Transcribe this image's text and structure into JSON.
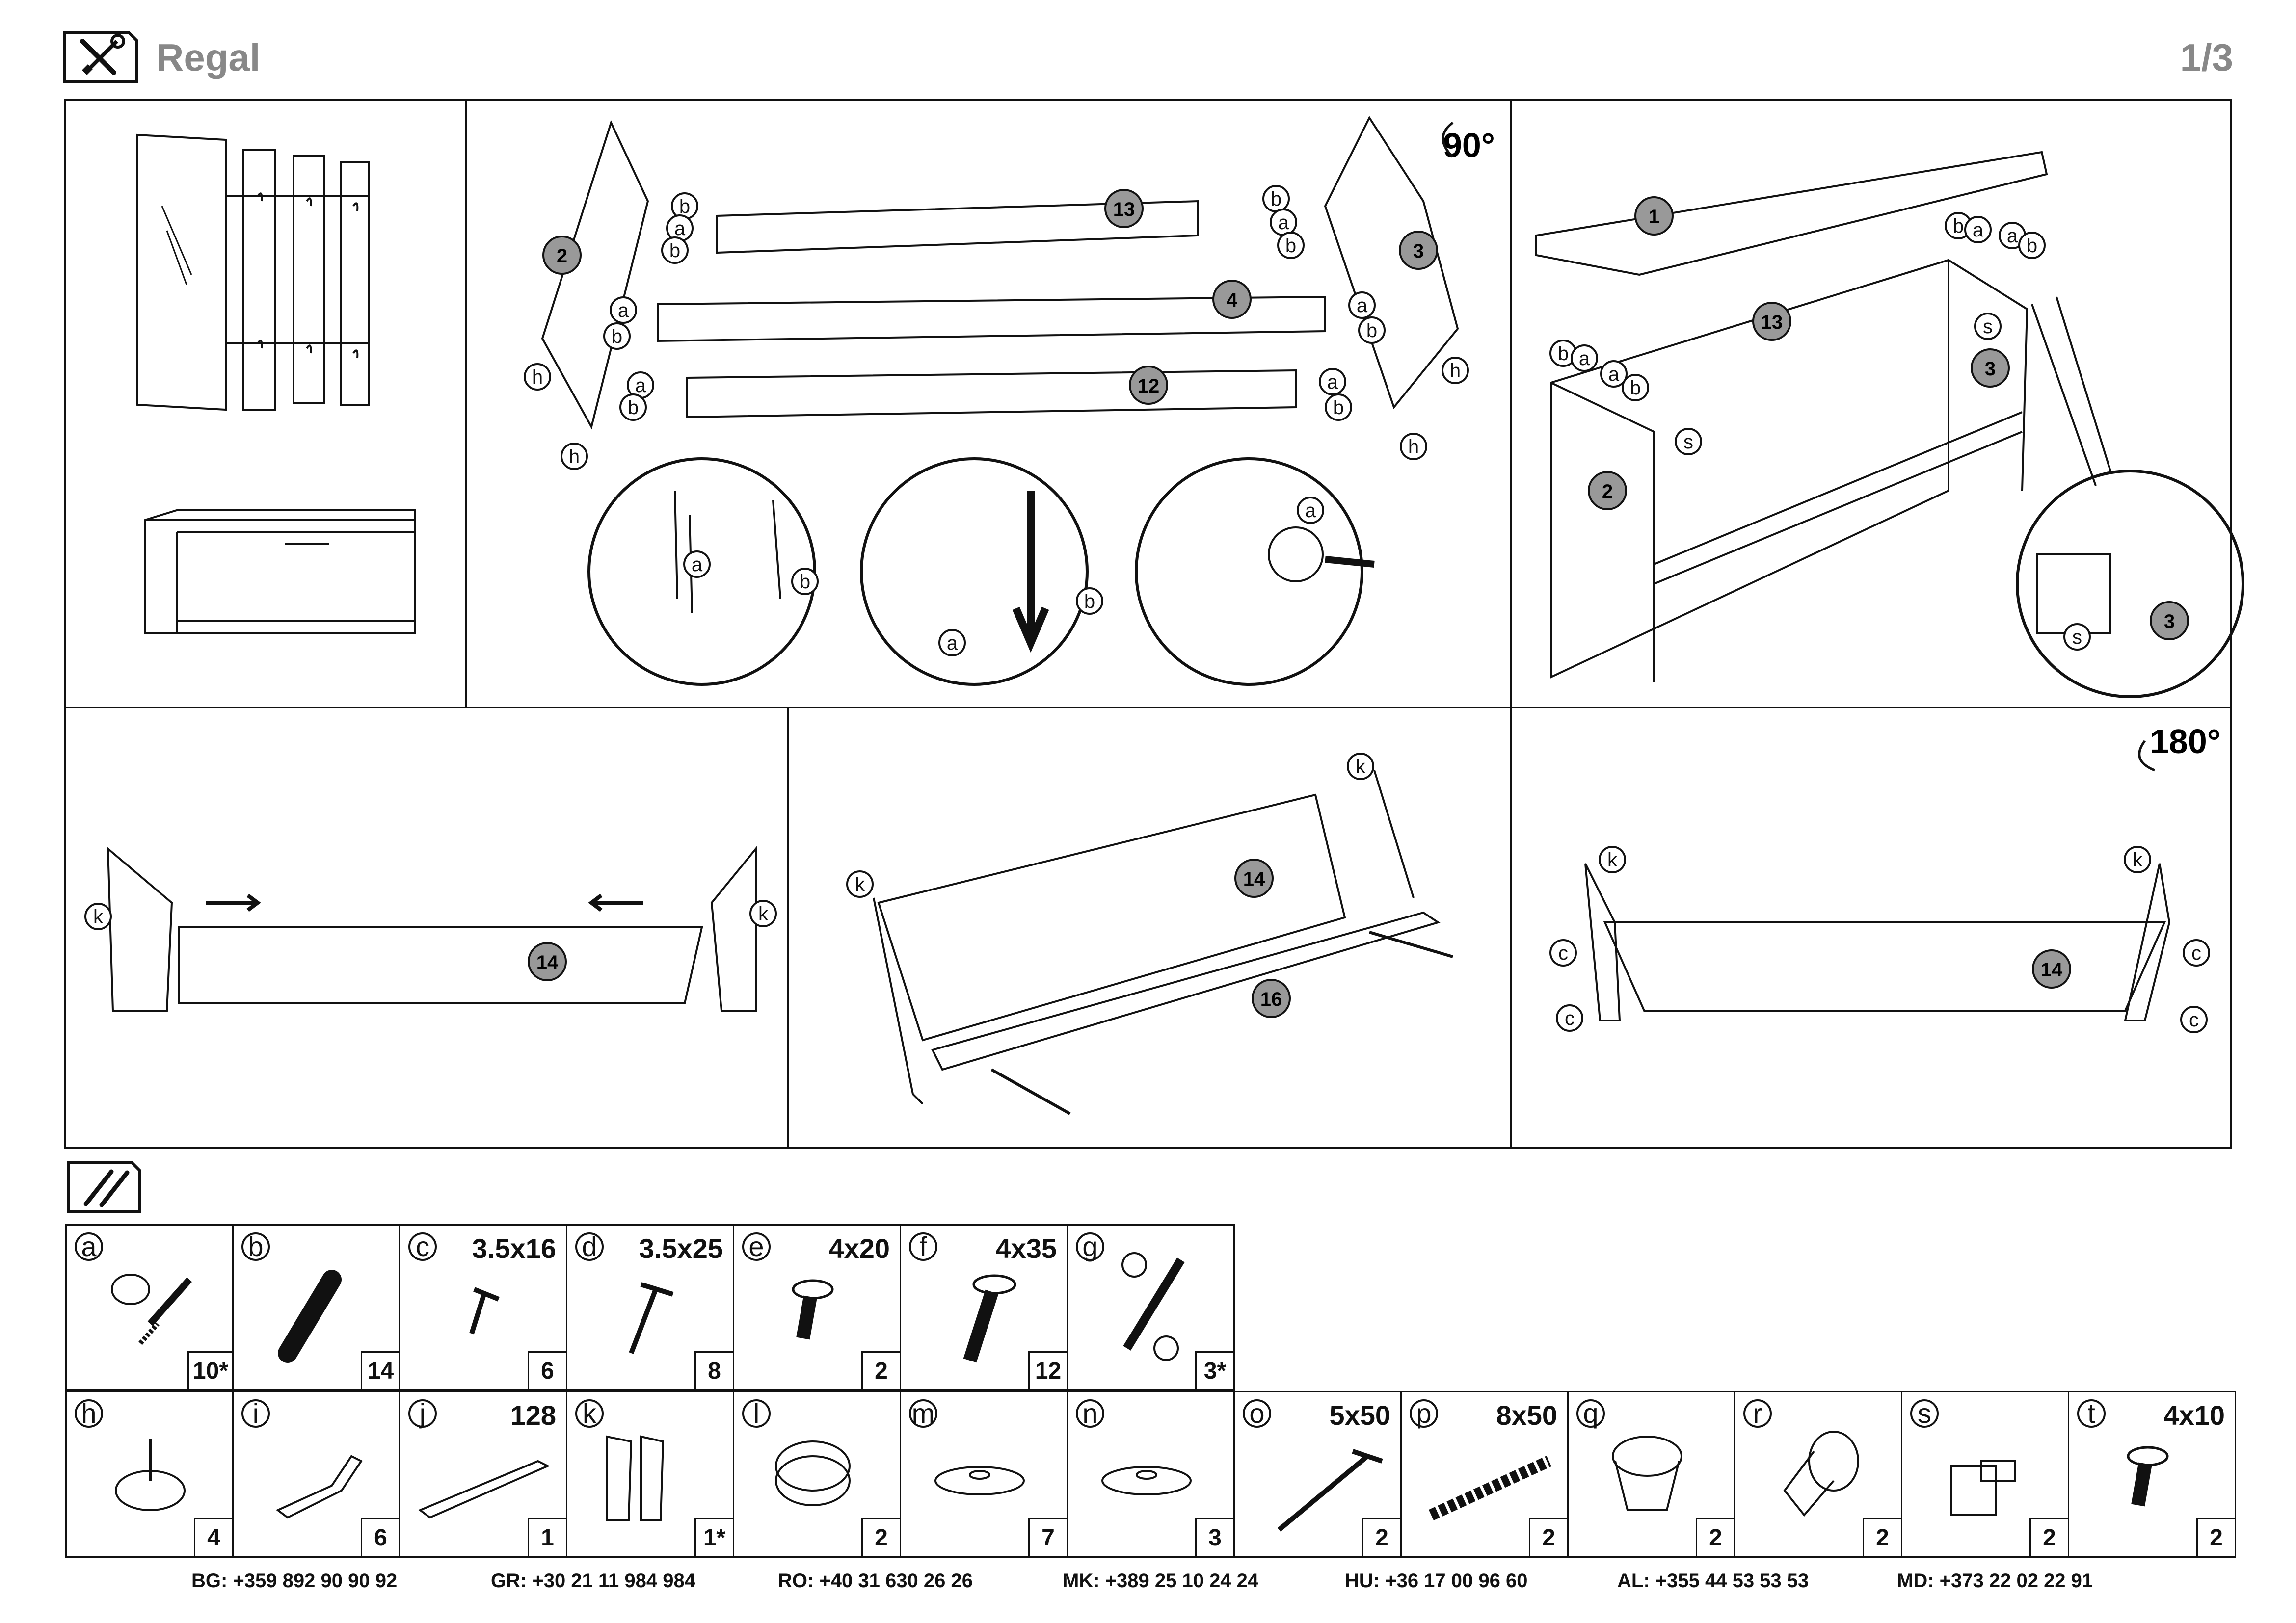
{
  "header": {
    "title": "Regal",
    "page": "1/3",
    "tools_icon": "screwdriver-wrench-icon"
  },
  "steps": {
    "rotate_90": "90°",
    "rotate_180": "180°",
    "panel_labels": [
      "1",
      "2",
      "3",
      "4",
      "12",
      "13",
      "14",
      "16"
    ],
    "fitting_labels": [
      "a",
      "b",
      "c",
      "h",
      "k",
      "s"
    ]
  },
  "parts_icon": "screws-icon",
  "parts_row1": [
    {
      "letter": "a",
      "size": "",
      "qty": "10*",
      "shape": "cam-bolt"
    },
    {
      "letter": "b",
      "size": "",
      "qty": "14",
      "shape": "dowel"
    },
    {
      "letter": "c",
      "size": "3.5x16",
      "qty": "6",
      "shape": "screw-short"
    },
    {
      "letter": "d",
      "size": "3.5x25",
      "qty": "8",
      "shape": "screw-long"
    },
    {
      "letter": "e",
      "size": "4x20",
      "qty": "2",
      "shape": "machine-screw-short"
    },
    {
      "letter": "f",
      "size": "4x35",
      "qty": "12",
      "shape": "machine-screw-long"
    },
    {
      "letter": "g",
      "size": "",
      "qty": "3*",
      "shape": "connector-bolt"
    }
  ],
  "parts_row2": [
    {
      "letter": "h",
      "size": "",
      "qty": "4",
      "shape": "glide-nail"
    },
    {
      "letter": "i",
      "size": "",
      "qty": "6",
      "shape": "clip"
    },
    {
      "letter": "j",
      "size": "128",
      "qty": "1",
      "shape": "handle"
    },
    {
      "letter": "k",
      "size": "",
      "qty": "1*",
      "shape": "flap-fitting"
    },
    {
      "letter": "l",
      "size": "",
      "qty": "2",
      "shape": "grommet"
    },
    {
      "letter": "m",
      "size": "",
      "qty": "7",
      "shape": "disc"
    },
    {
      "letter": "n",
      "size": "",
      "qty": "3",
      "shape": "disc"
    },
    {
      "letter": "o",
      "size": "5x50",
      "qty": "2",
      "shape": "wood-screw"
    },
    {
      "letter": "p",
      "size": "8x50",
      "qty": "2",
      "shape": "wall-plug"
    },
    {
      "letter": "q",
      "size": "",
      "qty": "2",
      "shape": "cap"
    },
    {
      "letter": "r",
      "size": "",
      "qty": "2",
      "shape": "stopper"
    },
    {
      "letter": "s",
      "size": "",
      "qty": "2",
      "shape": "pin-block"
    },
    {
      "letter": "t",
      "size": "4x10",
      "qty": "2",
      "shape": "machine-screw-short"
    }
  ],
  "contacts": [
    {
      "code": "BG:",
      "number": "+359 892 90 90 92"
    },
    {
      "code": "GR:",
      "number": "+30 21 11 984 984"
    },
    {
      "code": "RO:",
      "number": "+40 31 630 26 26"
    },
    {
      "code": "MK:",
      "number": "+389 25 10 24 24"
    },
    {
      "code": "HU:",
      "number": "+36 17 00 96 60"
    },
    {
      "code": "AL:",
      "number": "+355 44 53 53 53"
    },
    {
      "code": "MD:",
      "number": "+373 22 02 22 91"
    }
  ]
}
